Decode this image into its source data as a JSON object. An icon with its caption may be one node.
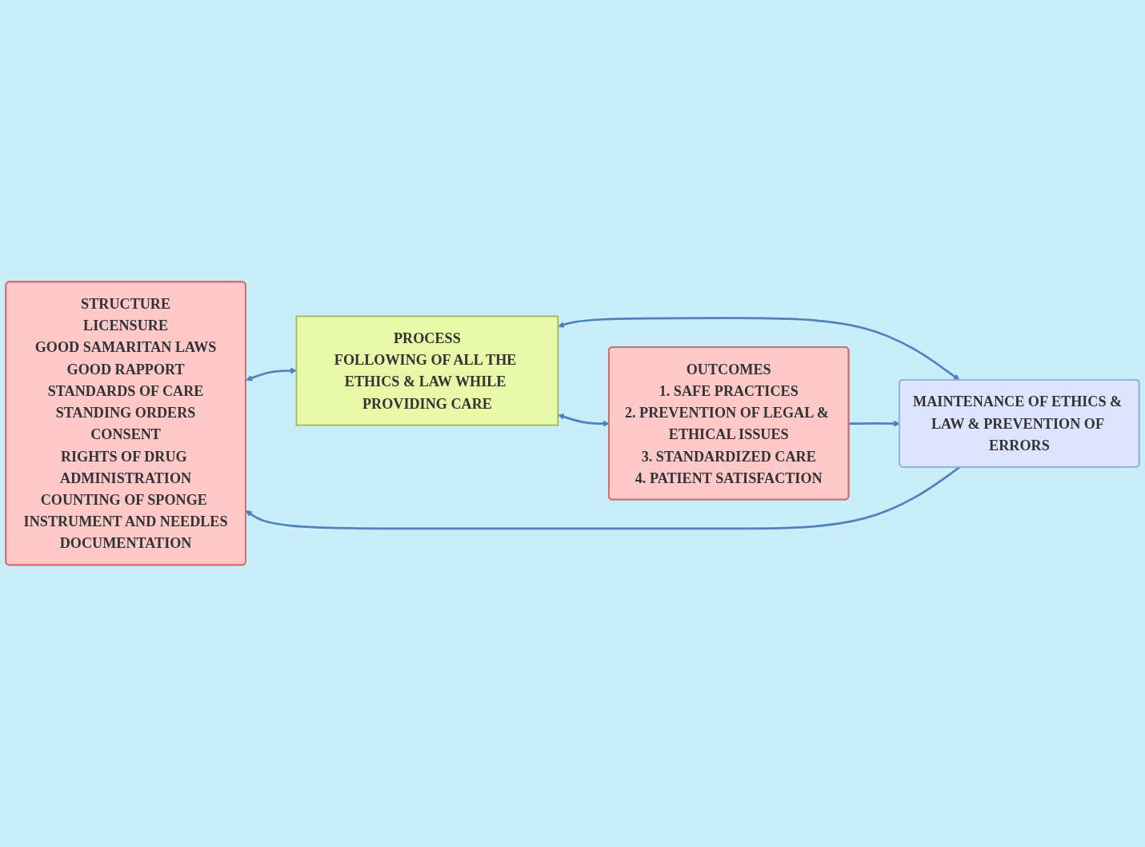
{
  "diagram": {
    "nodes": [
      {
        "text": [
          "STRUCTURE",
          "LICENSURE",
          "GOOD SAMARITAN LAWS",
          "GOOD RAPPORT",
          "STANDARDS OF CARE",
          "STANDING ORDERS",
          "CONSENT",
          "RIGHTS OF DRUG ADMINISTRATION",
          "COUNTING OF SPONGE INSTRUMENT AND NEEDLES",
          "DOCUMENTATION"
        ]
      },
      {
        "text": [
          "PROCESS",
          "FOLLOWING OF ALL THE ETHICS & LAW WHILE PROVIDING CARE"
        ]
      },
      {
        "text": [
          "OUTCOMES",
          "1. SAFE PRACTICES",
          "2. PREVENTION OF LEGAL & ETHICAL ISSUES",
          "3. STANDARDIZED CARE",
          "4. PATIENT SATISFACTION"
        ]
      },
      {
        "text": [
          "MAINTENANCE OF ETHICS & LAW & PREVENTION OF ERRORS"
        ]
      }
    ],
    "edges": [
      {
        "from": 0,
        "to": 1,
        "arrow": "both"
      },
      {
        "from": 1,
        "to": 2,
        "arrow": "both"
      },
      {
        "from": 3,
        "to": 0,
        "arrow": "to"
      },
      {
        "from": 1,
        "to": 3,
        "arrow": "both"
      },
      {
        "from": 2,
        "to": 3,
        "arrow": "to"
      }
    ]
  }
}
